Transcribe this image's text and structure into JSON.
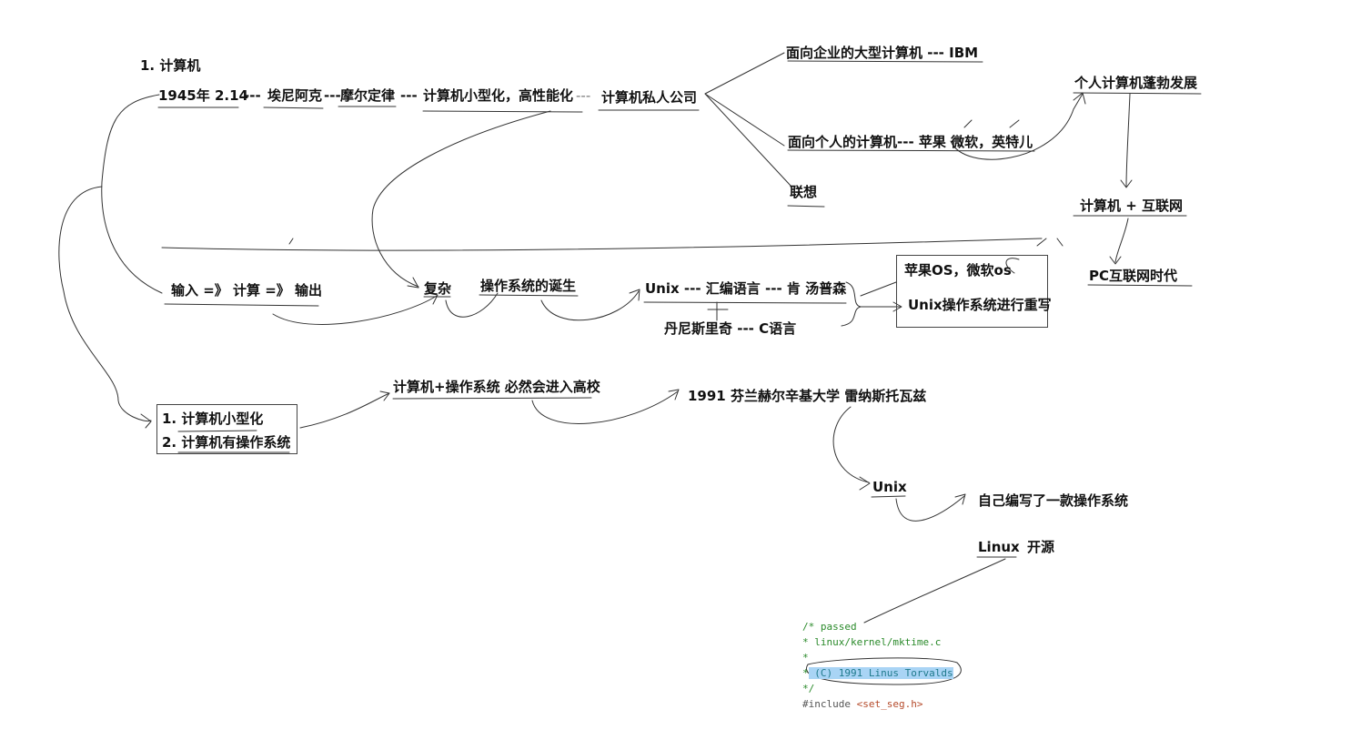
{
  "labels": {
    "heading": "1. 计算机",
    "timeline": {
      "year": "1945年 2.14",
      "sep1": "---",
      "eniac": "埃尼阿克",
      "sep2": "---",
      "moore": "摩尔定律",
      "sep3": "---",
      "mini": "计算机小型化，高性能化",
      "sep4": "---",
      "private": "计算机私人公司"
    },
    "enterprise": "面向企业的大型计算机 --- IBM",
    "personal": "面向个人的计算机--- 苹果 微软，英特儿",
    "lenovo": "联想",
    "pc_boom": "个人计算机蓬勃发展",
    "pc_internet": "计算机 + 互联网",
    "pc_era": "PC互联网时代",
    "io": "输入 =》 计算 =》 输出",
    "complex": "复杂",
    "os_birth": "操作系统的诞生",
    "unix_asm": "Unix --- 汇编语言 --- 肯 汤普森",
    "ritchie": "丹尼斯里奇 --- C语言",
    "apple_ms_os": "苹果OS，微软os",
    "unix_rewrite": "Unix操作系统进行重写",
    "box_line1": "1. 计算机小型化",
    "box_line2": "2. 计算机有操作系统",
    "uni": "计算机+操作系统 必然会进入高校",
    "linus_1991": "1991 芬兰赫尔辛基大学 雷纳斯托瓦兹",
    "unix2": "Unix",
    "own_os": "自己编写了一款操作系统",
    "linux": "Linux",
    "open_source": "开源"
  },
  "code": {
    "line1": "/* passed",
    "line2": " * linux/kernel/mktime.c",
    "line3": " *",
    "line4_prefix": " *",
    "line4_hl": " (C) 1991 Linus Torvalds",
    "line5": " */",
    "line6_kw": "#include",
    "line6_hdr": "<set_seg.h>"
  }
}
